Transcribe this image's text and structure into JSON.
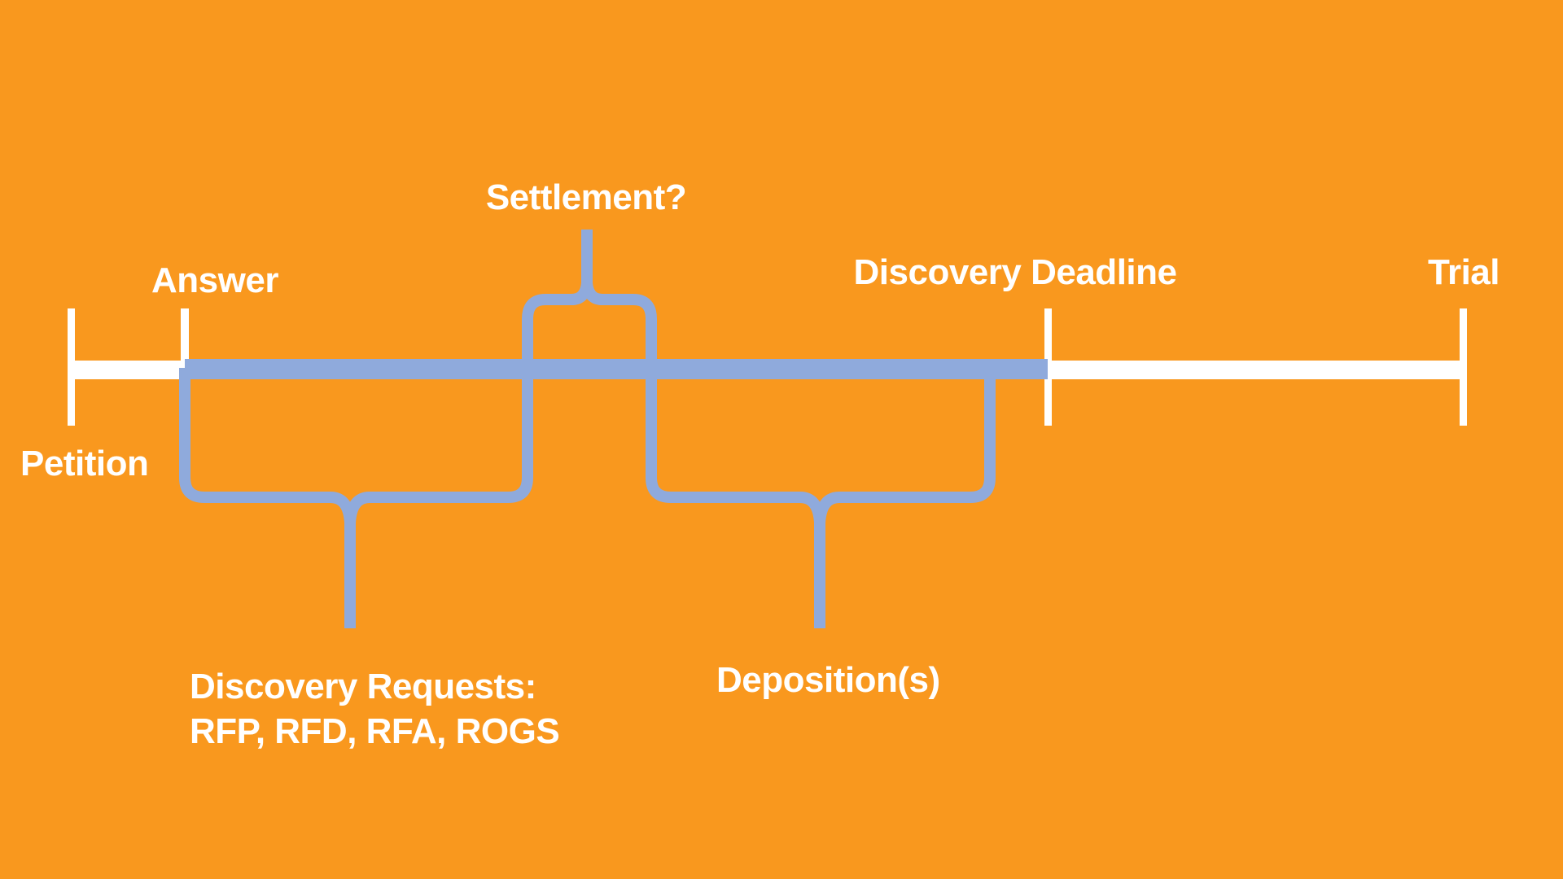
{
  "colors": {
    "background": "#F9981E",
    "timeline": "#FFFFFF",
    "accent": "#8FAADC",
    "text": "#FFFFFF"
  },
  "timeline": {
    "events": [
      {
        "id": "petition",
        "label": "Petition",
        "label_position": "below-line"
      },
      {
        "id": "answer",
        "label": "Answer",
        "label_position": "above-line"
      },
      {
        "id": "discovery-deadline",
        "label": "Discovery Deadline",
        "label_position": "above-line"
      },
      {
        "id": "trial",
        "label": "Trial",
        "label_position": "above-line"
      }
    ],
    "highlighted_span": {
      "from": "answer",
      "to": "discovery-deadline"
    }
  },
  "callouts": [
    {
      "id": "settlement",
      "label": "Settlement?",
      "direction": "up",
      "points_between": [
        "answer",
        "discovery-deadline"
      ]
    },
    {
      "id": "discovery-requests",
      "lines": [
        "Discovery Requests:",
        "RFP, RFD, RFA, ROGS"
      ],
      "direction": "down"
    },
    {
      "id": "depositions",
      "label": "Deposition(s)",
      "direction": "down"
    }
  ]
}
